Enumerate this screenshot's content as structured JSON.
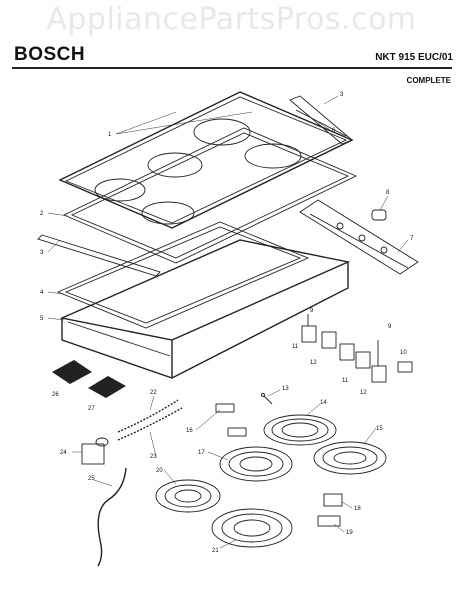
{
  "watermark": "AppliancePartsPros.com",
  "brand": "BOSCH",
  "model": "NKT 915 EUC/01",
  "subtitle": "COMPLETE",
  "callouts": {
    "c1": "1",
    "c2": "2",
    "c3a": "3",
    "c3b": "3",
    "c4": "4",
    "c5": "5",
    "c6": "6",
    "c7": "7",
    "c8": "8",
    "c9a": "9",
    "c9b": "9",
    "c10": "10",
    "c11a": "11",
    "c11b": "11",
    "c12a": "12",
    "c12b": "12",
    "c13": "13",
    "c14": "14",
    "c15": "15",
    "c16": "16",
    "c17": "17",
    "c18": "18",
    "c19": "19",
    "c20": "20",
    "c21": "21",
    "c22": "22",
    "c23": "23",
    "c24": "24",
    "c25": "25",
    "c26": "26",
    "c27": "27"
  }
}
